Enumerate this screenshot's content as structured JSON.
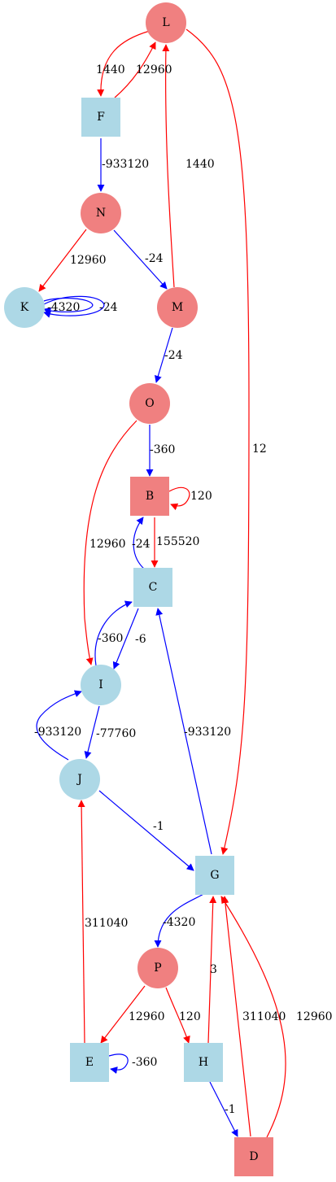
{
  "colors": {
    "red_node": "#f08080",
    "blue_node": "#add8e6",
    "red_edge": "#ff0000",
    "blue_edge": "#0000ff"
  },
  "nodes": [
    {
      "id": "L",
      "label": "L",
      "shape": "circle",
      "color": "red"
    },
    {
      "id": "F",
      "label": "F",
      "shape": "square",
      "color": "blue"
    },
    {
      "id": "N",
      "label": "N",
      "shape": "circle",
      "color": "red"
    },
    {
      "id": "K",
      "label": "K",
      "shape": "circle",
      "color": "blue"
    },
    {
      "id": "M",
      "label": "M",
      "shape": "circle",
      "color": "red"
    },
    {
      "id": "O",
      "label": "O",
      "shape": "circle",
      "color": "red"
    },
    {
      "id": "B",
      "label": "B",
      "shape": "square",
      "color": "red"
    },
    {
      "id": "C",
      "label": "C",
      "shape": "square",
      "color": "blue"
    },
    {
      "id": "I",
      "label": "I",
      "shape": "circle",
      "color": "blue"
    },
    {
      "id": "J",
      "label": "J",
      "shape": "circle",
      "color": "blue"
    },
    {
      "id": "G",
      "label": "G",
      "shape": "square",
      "color": "blue"
    },
    {
      "id": "P",
      "label": "P",
      "shape": "circle",
      "color": "red"
    },
    {
      "id": "E",
      "label": "E",
      "shape": "square",
      "color": "blue"
    },
    {
      "id": "H",
      "label": "H",
      "shape": "square",
      "color": "blue"
    },
    {
      "id": "D",
      "label": "D",
      "shape": "square",
      "color": "red"
    }
  ],
  "edges": [
    {
      "from": "L",
      "to": "F",
      "label": "1440",
      "color": "red"
    },
    {
      "from": "F",
      "to": "L",
      "label": "12960",
      "color": "red"
    },
    {
      "from": "M",
      "to": "L",
      "label": "1440",
      "color": "red"
    },
    {
      "from": "L",
      "to": "G",
      "label": "12",
      "color": "red"
    },
    {
      "from": "F",
      "to": "N",
      "label": "-933120",
      "color": "blue"
    },
    {
      "from": "N",
      "to": "K",
      "label": "12960",
      "color": "red"
    },
    {
      "from": "N",
      "to": "M",
      "label": "-24",
      "color": "blue"
    },
    {
      "from": "K",
      "to": "K",
      "label": "-4320",
      "color": "blue"
    },
    {
      "from": "K",
      "to": "K",
      "label": "-24",
      "color": "blue"
    },
    {
      "from": "M",
      "to": "O",
      "label": "-24",
      "color": "blue"
    },
    {
      "from": "O",
      "to": "B",
      "label": "-360",
      "color": "blue"
    },
    {
      "from": "O",
      "to": "I",
      "label": "12960",
      "color": "red"
    },
    {
      "from": "B",
      "to": "B",
      "label": "120",
      "color": "red"
    },
    {
      "from": "B",
      "to": "C",
      "label": "155520",
      "color": "red"
    },
    {
      "from": "C",
      "to": "B",
      "label": "-24",
      "color": "blue"
    },
    {
      "from": "I",
      "to": "C",
      "label": "-360",
      "color": "blue"
    },
    {
      "from": "C",
      "to": "I",
      "label": "-6",
      "color": "blue"
    },
    {
      "from": "I",
      "to": "J",
      "label": "-77760",
      "color": "blue"
    },
    {
      "from": "J",
      "to": "I",
      "label": "-933120",
      "color": "blue"
    },
    {
      "from": "G",
      "to": "C",
      "label": "-933120",
      "color": "blue"
    },
    {
      "from": "J",
      "to": "G",
      "label": "-1",
      "color": "blue"
    },
    {
      "from": "E",
      "to": "J",
      "label": "311040",
      "color": "red"
    },
    {
      "from": "G",
      "to": "P",
      "label": "-4320",
      "color": "blue"
    },
    {
      "from": "P",
      "to": "E",
      "label": "12960",
      "color": "red"
    },
    {
      "from": "P",
      "to": "H",
      "label": "120",
      "color": "red"
    },
    {
      "from": "H",
      "to": "G",
      "label": "3",
      "color": "red"
    },
    {
      "from": "D",
      "to": "G",
      "label": "311040",
      "color": "red"
    },
    {
      "from": "D",
      "to": "G",
      "label": "12960",
      "color": "red"
    },
    {
      "from": "E",
      "to": "E",
      "label": "-360",
      "color": "blue"
    },
    {
      "from": "H",
      "to": "D",
      "label": "-1",
      "color": "blue"
    }
  ]
}
